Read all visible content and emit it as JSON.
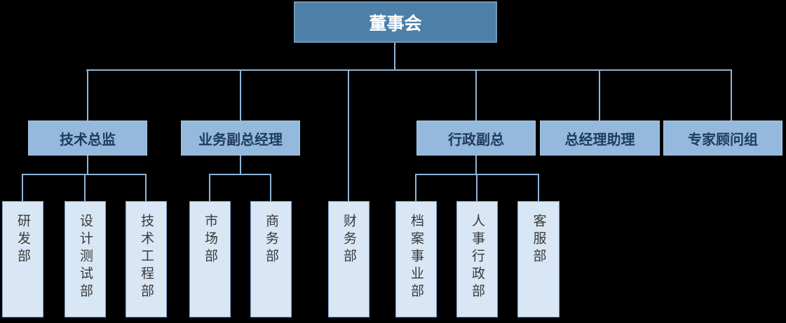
{
  "org_chart": {
    "type": "organization-chart",
    "root": {
      "label": "董事会",
      "children": [
        {
          "label": "技术总监",
          "children": [
            {
              "label": "研发部"
            },
            {
              "label": "设计测试部"
            },
            {
              "label": "技术工程部"
            }
          ]
        },
        {
          "label": "业务副总经理",
          "children": [
            {
              "label": "市场部"
            },
            {
              "label": "商务部"
            }
          ]
        },
        {
          "label": "财务部",
          "children": []
        },
        {
          "label": "行政副总",
          "children": [
            {
              "label": "档案事业部"
            },
            {
              "label": "人事行政部"
            },
            {
              "label": "客服部"
            }
          ]
        },
        {
          "label": "总经理助理",
          "children": []
        },
        {
          "label": "专家顾问组",
          "children": []
        }
      ]
    }
  },
  "colors": {
    "background": "#000000",
    "root_fill": "#4d80a8",
    "root_border": "#6e9bbc",
    "root_text": "#ffffff",
    "manager_fill": "#94b9dc",
    "manager_border": "#a6c6e4",
    "manager_text": "#1f3b5c",
    "department_fill": "#d8e6f5",
    "department_border": "#7ea6d0",
    "department_text": "#3a3a3a",
    "connector": "#8fb4d8"
  }
}
